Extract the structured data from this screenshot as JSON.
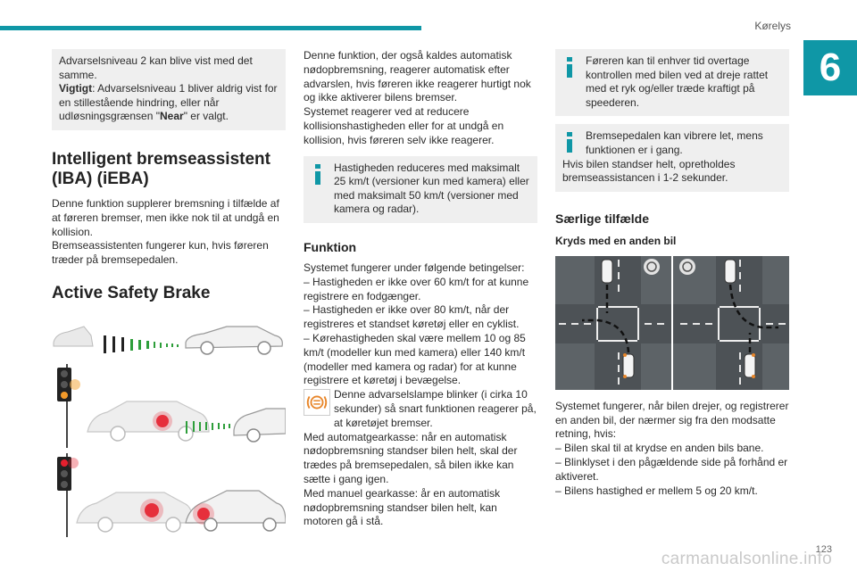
{
  "header": {
    "section": "Kørelys",
    "chapter": "6",
    "page_number": "123"
  },
  "watermark": "carmanualsonline.info",
  "col1": {
    "box_text1": "Advarselsniveau 2 kan blive vist med det samme.",
    "box_bold": "Vigtigt",
    "box_text2": ": Advarselsniveau 1 bliver aldrig vist for en stillestående hindring, eller når udløsningsgrænsen \"",
    "box_near": "Near",
    "box_text3": "\" er valgt.",
    "h_iba": "Intelligent bremseassistent (IBA) (iEBA)",
    "iba_p1": "Denne funktion supplerer bremsning i tilfælde af at føreren bremser, men ikke nok til at undgå en kollision.",
    "iba_p2": "Bremseassistenten fungerer kun, hvis føreren træder på bremsepedalen.",
    "h_asb": "Active Safety Brake"
  },
  "col2": {
    "p1": "Denne funktion, der også kaldes automatisk nødopbremsning, reagerer automatisk efter advarslen, hvis føreren ikke reagerer hurtigt nok og ikke aktiverer bilens bremser.",
    "p2": "Systemet reagerer ved at reducere kollisionshastigheden eller for at undgå en kollision, hvis føreren selv ikke reagerer.",
    "info": "Hastigheden reduceres med maksimalt 25 km/t (versioner kun med kamera) eller med maksimalt 50 km/t (versioner med kamera og radar).",
    "h_funktion": "Funktion",
    "f1": "Systemet fungerer under følgende betingelser:",
    "f2": "–  Hastigheden er ikke over 60 km/t for at kunne registrere en fodgænger.",
    "f3": "–  Hastigheden er ikke over 80 km/t, når der registreres et standset køretøj eller en cyklist.",
    "f4": "–  Kørehastigheden skal være mellem 10 og 85 km/t (modeller kun med kamera) eller 140 km/t (modeller med kamera og radar) for at kunne registrere et køretøj i bevægelse.",
    "warn": "Denne advarselslampe blinker (i cirka 10 sekunder) så snart funktionen reagerer på, at køretøjet bremser.",
    "a1": "Med automatgearkasse: når en automatisk nødopbremsning standser bilen helt, skal der trædes på bremsepedalen, så bilen ikke kan sætte i gang igen.",
    "a2": "Med manuel gearkasse: år en automatisk nødopbremsning standser bilen helt, kan motoren gå i stå."
  },
  "col3": {
    "info1": "Føreren kan til enhver tid overtage kontrollen med bilen ved at dreje rattet med et ryk og/eller træde kraftigt på speederen.",
    "info2a": "Bremsepedalen kan vibrere let, mens funktionen er i gang.",
    "info2b": "Hvis bilen standser helt, opretholdes bremseassistancen i 1-2 sekunder.",
    "h_saerlige": "Særlige tilfælde",
    "h_kryds": "Kryds med en anden bil",
    "s1": "Systemet fungerer, når bilen drejer, og registrerer en anden bil, der nærmer sig fra den modsatte retning, hvis:",
    "s2": "–  Bilen skal til at krydse en anden bils bane.",
    "s3": "–  Blinklyset i den pågældende side på forhånd er aktiveret.",
    "s4": "–  Bilens hastighed er mellem 5 og 20 km/t."
  },
  "colors": {
    "accent": "#0f97a6",
    "box": "#efefef",
    "alert": "#e5202e",
    "orange": "#e8862a"
  },
  "icons": [
    "info-icon",
    "brake-warning-icon",
    "steering-wheel-icon",
    "traffic-light-icon",
    "car-icon"
  ]
}
